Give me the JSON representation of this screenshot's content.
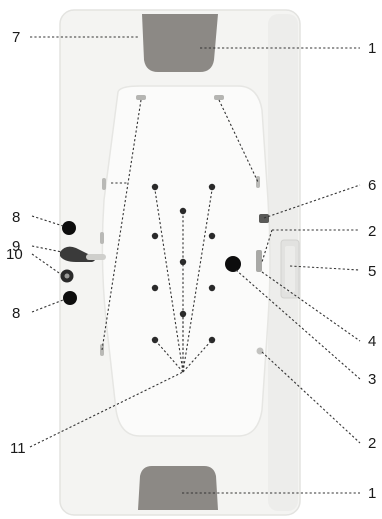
{
  "diagram": {
    "title": "",
    "colors": {
      "tub_outer": "#f4f4f2",
      "tub_rim_edge": "#dededb",
      "tub_inner": "#fbfbfa",
      "headrest": "#8c8985",
      "jet": "#2a2a2a",
      "control_knob": "#0d0d0d",
      "leader_line": "#333333",
      "panel": "#e2e2e0"
    },
    "callouts": {
      "c7": "7",
      "c1_top": "1",
      "c6": "6",
      "c2_upper": "2",
      "c5": "5",
      "c8_upper": "8",
      "c9": "9",
      "c10": "10",
      "c8_lower": "8",
      "c4": "4",
      "c3": "3",
      "c2_lower": "2",
      "c11": "11",
      "c1_bottom": "1"
    }
  }
}
